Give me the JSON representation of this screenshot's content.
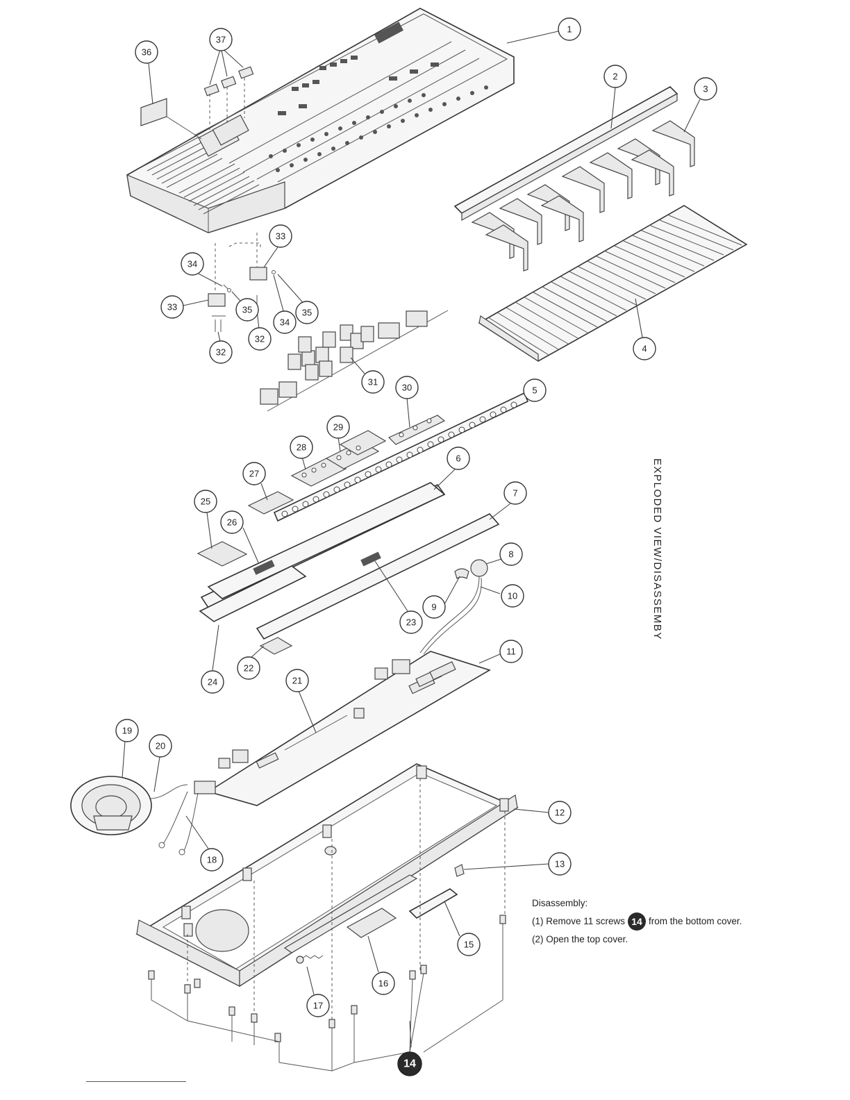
{
  "title": "EXPLODED VIEW/DISASSEMBY",
  "disassembly": {
    "heading": "Disassembly:",
    "step1_prefix": "(1) Remove 11 screws",
    "step1_badge": "14",
    "step1_suffix": "from the bottom cover.",
    "step2": "(2) Open the top cover."
  },
  "callouts": [
    "1",
    "2",
    "3",
    "4",
    "5",
    "6",
    "7",
    "8",
    "9",
    "10",
    "11",
    "12",
    "13",
    "14",
    "15",
    "16",
    "17",
    "18",
    "19",
    "20",
    "21",
    "22",
    "23",
    "24",
    "25",
    "26",
    "27",
    "28",
    "29",
    "30",
    "31",
    "32",
    "32",
    "33",
    "33",
    "34",
    "34",
    "35",
    "35",
    "36",
    "37"
  ]
}
